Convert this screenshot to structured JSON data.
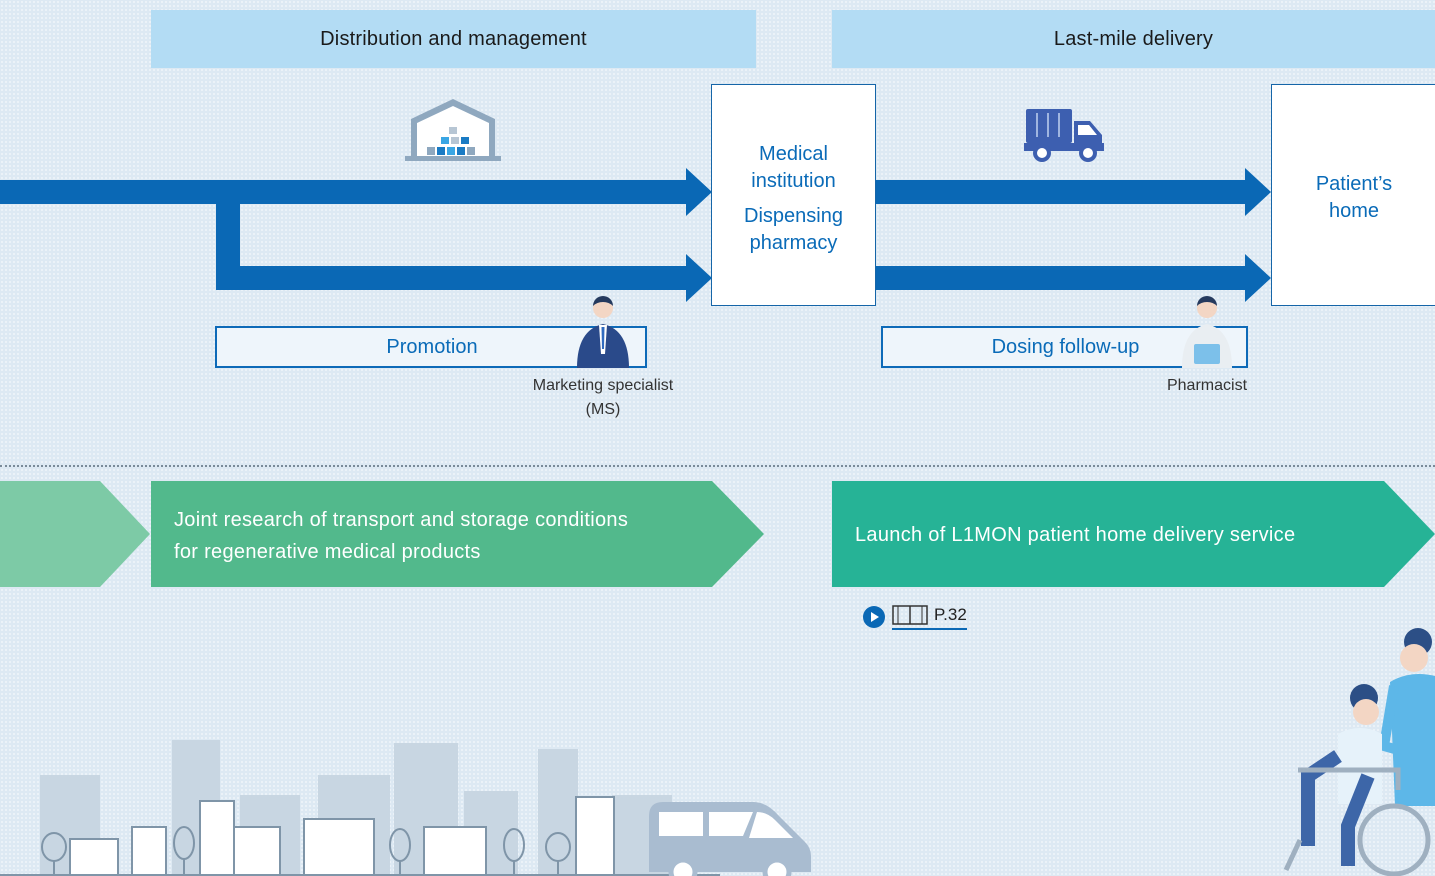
{
  "headers": {
    "distribution": "Distribution and management",
    "last_mile": "Last-mile delivery"
  },
  "nodes": {
    "institution_line1": "Medical",
    "institution_line2": "institution",
    "pharmacy_line1": "Dispensing",
    "pharmacy_line2": "pharmacy",
    "home_line1": "Patient’s",
    "home_line2": "home"
  },
  "roles": {
    "promotion": "Promotion",
    "marketing_line1": "Marketing specialist",
    "marketing_line2": "(MS)",
    "dosing": "Dosing follow-up",
    "pharmacist": "Pharmacist"
  },
  "initiatives": {
    "joint_line1": "Joint research of transport and storage conditions",
    "joint_line2": "for regenerative medical products",
    "launch": "Launch of L1MON patient home delivery service"
  },
  "link": {
    "page_ref": "P.32"
  },
  "icons": [
    "warehouse-icon",
    "truck-icon",
    "person-ms-icon",
    "person-pharmacist-icon",
    "play-icon",
    "book-icon",
    "city-illustration",
    "van-illustration",
    "wheelchair-illustration"
  ],
  "colors": {
    "arrow_blue": "#0a68b5",
    "header_blue": "#b3dcf4",
    "chevron_light": "#7dcaa6",
    "chevron_mid": "#52b98c",
    "chevron_dark": "#26b396"
  }
}
